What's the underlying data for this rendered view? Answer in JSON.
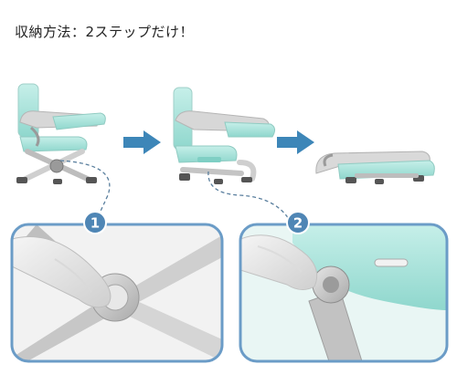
{
  "heading": "収納方法：2ステップだけ！",
  "steps": [
    {
      "number": "1"
    },
    {
      "number": "2"
    }
  ],
  "colors": {
    "mint": "#a7e3dc",
    "mint_dark": "#7fcfc4",
    "frame_gray": "#c9c9c9",
    "arrow_blue": "#3d86b8",
    "badge_blue": "#4f86b5",
    "panel_border": "#6b9cc7",
    "dashed_line": "#5a7f9e"
  },
  "icons": [
    "arrow-right-icon",
    "arrow-right-icon"
  ]
}
